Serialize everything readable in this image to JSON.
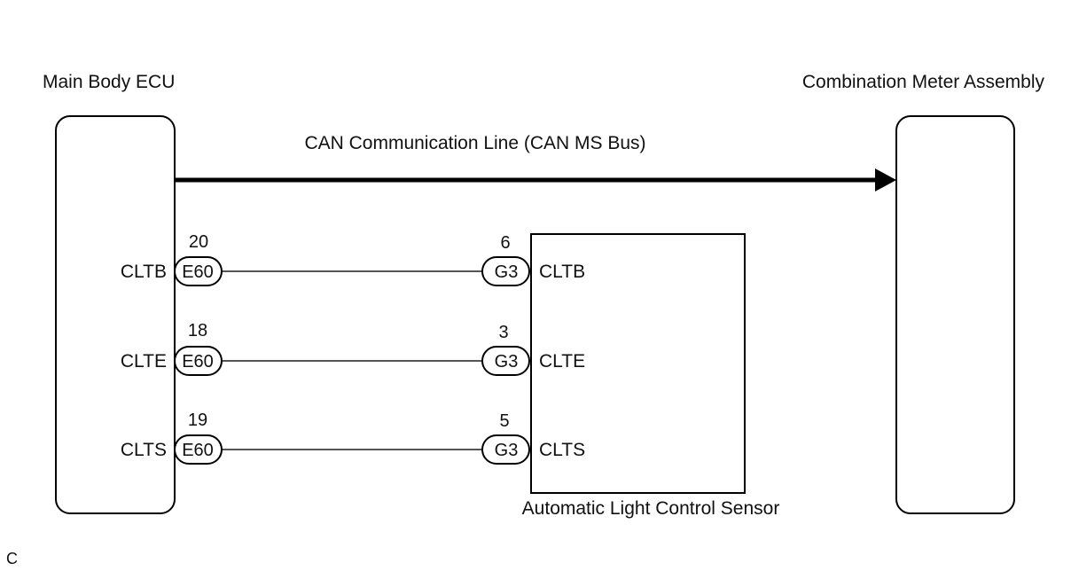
{
  "components": {
    "ecu_label": "Main Body ECU",
    "meter_label": "Combination Meter Assembly",
    "sensor_label": "Automatic Light Control Sensor"
  },
  "can_line": {
    "label": "CAN Communication Line (CAN MS Bus)"
  },
  "wires": [
    {
      "ecu_terminal": "CLTB",
      "ecu_connector": "E60",
      "ecu_pin": "20",
      "sensor_connector": "G3",
      "sensor_pin": "6",
      "sensor_terminal": "CLTB"
    },
    {
      "ecu_terminal": "CLTE",
      "ecu_connector": "E60",
      "ecu_pin": "18",
      "sensor_connector": "G3",
      "sensor_pin": "3",
      "sensor_terminal": "CLTE"
    },
    {
      "ecu_terminal": "CLTS",
      "ecu_connector": "E60",
      "ecu_pin": "19",
      "sensor_connector": "G3",
      "sensor_pin": "5",
      "sensor_terminal": "CLTS"
    }
  ],
  "corner_mark": "C"
}
